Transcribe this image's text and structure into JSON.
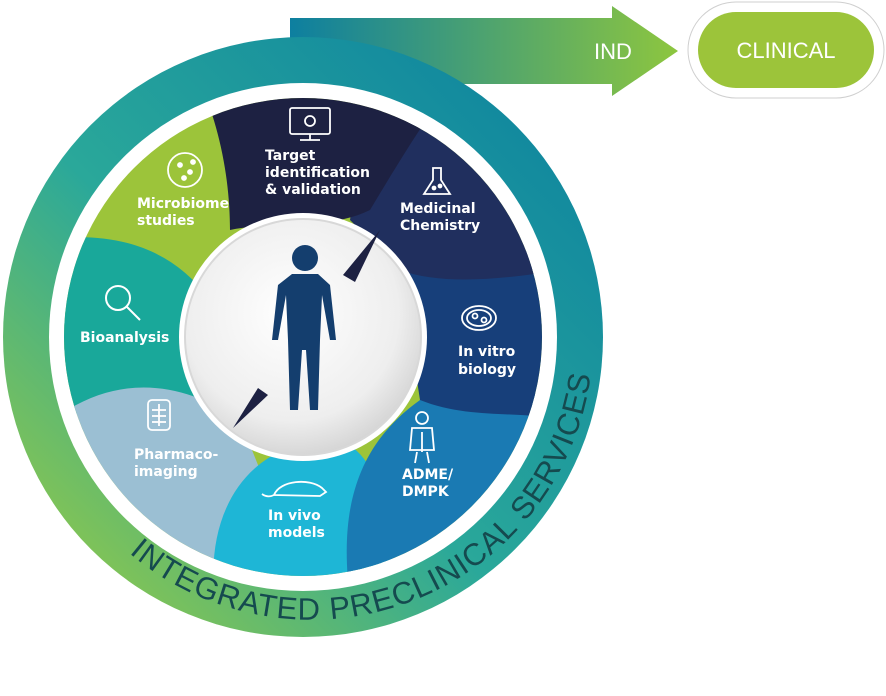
{
  "flow": {
    "ind_label": "IND",
    "clinical_label": "CLINICAL"
  },
  "ring": {
    "title": "INTEGRATED PRECLINICAL SERVICES"
  },
  "segments": [
    {
      "id": "target",
      "lines": [
        "Target",
        "identification",
        "& validation"
      ],
      "icon": "monitor-molecule-icon",
      "color": "#1d2142"
    },
    {
      "id": "medchem",
      "lines": [
        "Medicinal",
        "Chemistry"
      ],
      "icon": "flask-icon",
      "color": "#202f5e"
    },
    {
      "id": "invitro",
      "lines": [
        "In vitro",
        "biology"
      ],
      "icon": "petri-dish-icon",
      "color": "#173f7a"
    },
    {
      "id": "adme",
      "lines": [
        "ADME/",
        "DMPK"
      ],
      "icon": "human-organs-icon",
      "color": "#1a7ab3"
    },
    {
      "id": "invivo",
      "lines": [
        "In vivo",
        "models"
      ],
      "icon": "mouse-icon",
      "color": "#1eb6d6"
    },
    {
      "id": "pharmaco",
      "lines": [
        "Pharmaco-",
        "imaging"
      ],
      "icon": "xray-torso-icon",
      "color": "#9bbfd3"
    },
    {
      "id": "bioanalysis",
      "lines": [
        "Bioanalysis"
      ],
      "icon": "magnifier-icon",
      "color": "#19a89a"
    },
    {
      "id": "microbiome",
      "lines": [
        "Microbiome",
        "studies"
      ],
      "icon": "microbe-dish-icon",
      "color": "#9cc43a"
    }
  ],
  "center": {
    "icon": "human-figure-icon",
    "color": "#143e6e"
  },
  "colors": {
    "ring_start": "#8dc63f",
    "ring_mid": "#1a9aa0",
    "ring_end": "#0d6e98",
    "clinical": "#9cc43a"
  }
}
